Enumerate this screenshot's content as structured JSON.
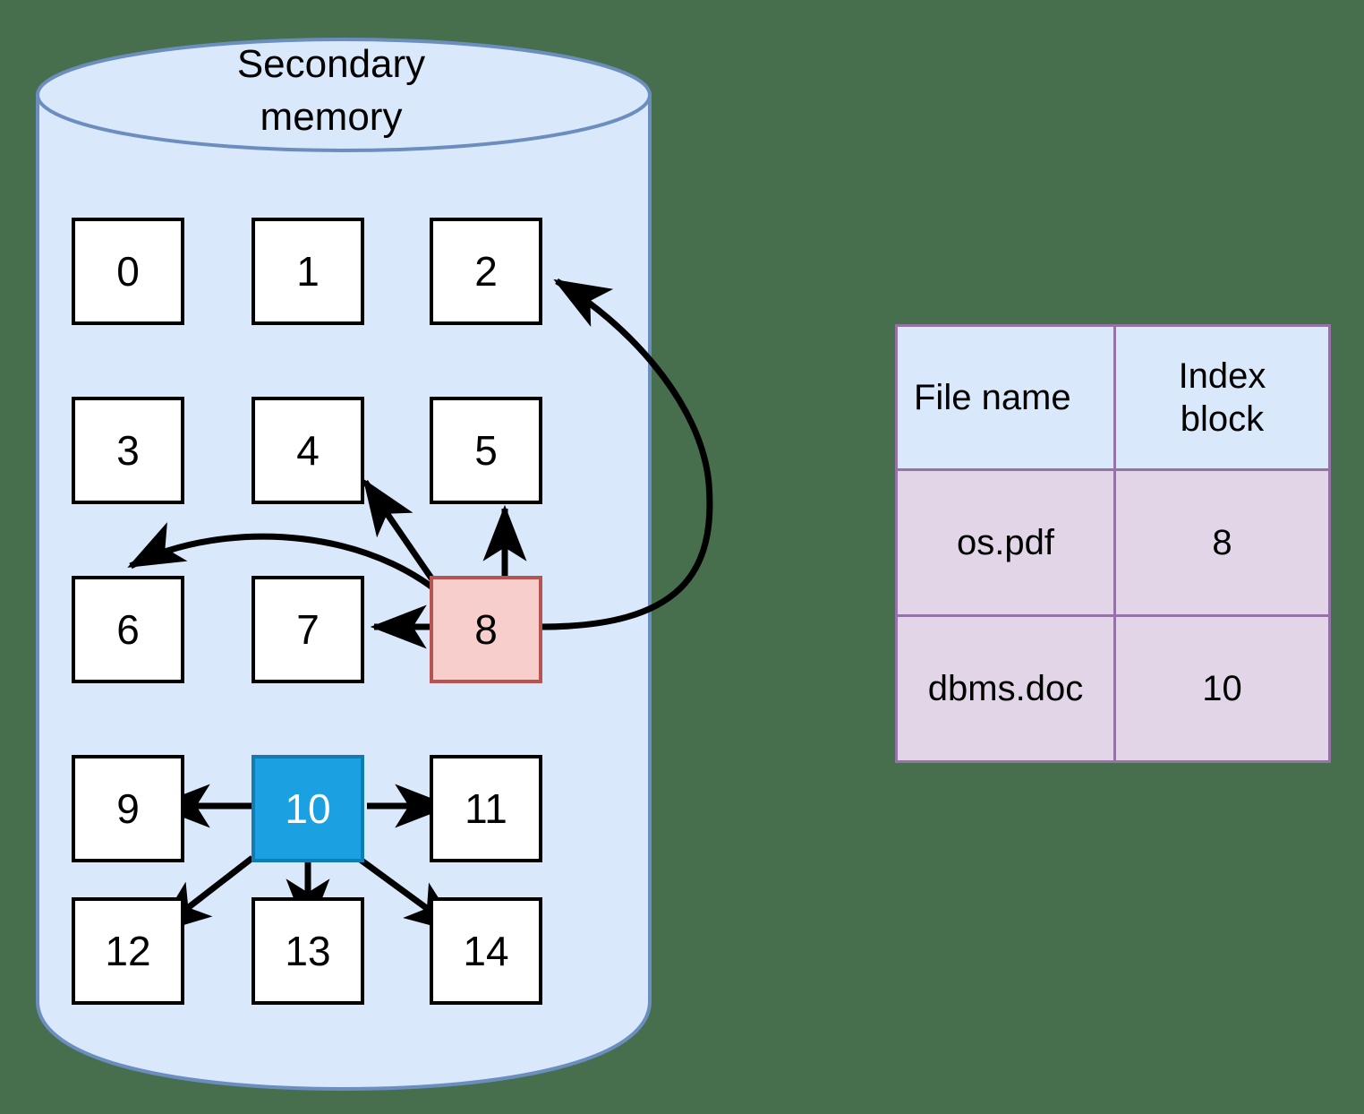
{
  "background_color": "#476f4d",
  "disk": {
    "label_line1": "Secondary",
    "label_line2": "memory",
    "fill_color": "#dae8fc",
    "stroke_color": "#6c8ebf",
    "blocks": [
      {
        "id": 0,
        "label": "0",
        "kind": "free"
      },
      {
        "id": 1,
        "label": "1",
        "kind": "free"
      },
      {
        "id": 2,
        "label": "2",
        "kind": "data"
      },
      {
        "id": 3,
        "label": "3",
        "kind": "free"
      },
      {
        "id": 4,
        "label": "4",
        "kind": "data"
      },
      {
        "id": 5,
        "label": "5",
        "kind": "data"
      },
      {
        "id": 6,
        "label": "6",
        "kind": "data"
      },
      {
        "id": 7,
        "label": "7",
        "kind": "data"
      },
      {
        "id": 8,
        "label": "8",
        "kind": "index-red"
      },
      {
        "id": 9,
        "label": "9",
        "kind": "data"
      },
      {
        "id": 10,
        "label": "10",
        "kind": "index-blue"
      },
      {
        "id": 11,
        "label": "11",
        "kind": "data"
      },
      {
        "id": 12,
        "label": "12",
        "kind": "data"
      },
      {
        "id": 13,
        "label": "13",
        "kind": "data"
      },
      {
        "id": 14,
        "label": "14",
        "kind": "data"
      }
    ],
    "index_colors": {
      "red_fill": "#f8cecc",
      "red_stroke": "#b85450",
      "blue_fill": "#1ba1e2"
    },
    "pointers": [
      {
        "from": 8,
        "to": 2
      },
      {
        "from": 8,
        "to": 4
      },
      {
        "from": 8,
        "to": 5
      },
      {
        "from": 8,
        "to": 6
      },
      {
        "from": 8,
        "to": 7
      },
      {
        "from": 10,
        "to": 9
      },
      {
        "from": 10,
        "to": 11
      },
      {
        "from": 10,
        "to": 12
      },
      {
        "from": 10,
        "to": 13
      },
      {
        "from": 10,
        "to": 14
      }
    ]
  },
  "table": {
    "header_fill": "#dae8fc",
    "body_fill": "#e1d5e7",
    "border_color": "#9673a6",
    "columns": [
      "File name",
      "Index block"
    ],
    "column_header_file": "File name",
    "column_header_index_line1": "Index",
    "column_header_index_line2": "block",
    "rows": [
      {
        "file_name": "os.pdf",
        "index_block": "8"
      },
      {
        "file_name": "dbms.doc",
        "index_block": "10"
      }
    ]
  }
}
